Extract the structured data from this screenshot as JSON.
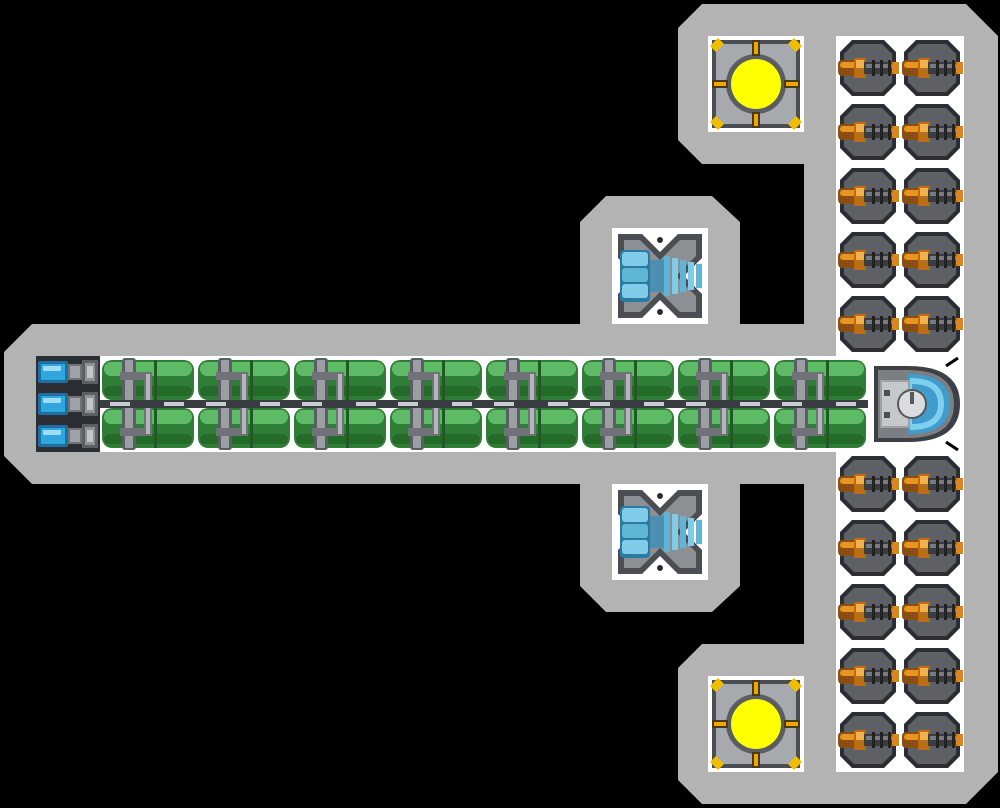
{
  "scene": {
    "type": "ship-builder-layout",
    "colors": {
      "background": "#000000",
      "hull": "#b3b3b3",
      "slot": "#ffffff",
      "tank_green": "#3e9b46",
      "tank_green_light": "#73c97a",
      "pipe_gray": "#6f7378",
      "metal_dark": "#4c4f54",
      "engine_blue": "#2fa6dd",
      "thruster_blue": "#5fb6d4",
      "reactor_yellow": "#ffff00",
      "bracket_orange": "#f0a400",
      "weapon_orange": "#d9861f",
      "shield_blue": "#6fc3e4"
    },
    "modules": {
      "engines": {
        "count": 3,
        "icon": "engine-icon"
      },
      "fuel_tanks": {
        "count": 8,
        "icon": "fuel-tank-icon"
      },
      "cockpit": {
        "count": 1,
        "icon": "cockpit-shield-icon"
      },
      "thrusters": {
        "count": 2,
        "icon": "thruster-icon"
      },
      "reactors": {
        "count": 2,
        "icon": "reactor-icon"
      },
      "turrets": {
        "count": 20,
        "icon": "turret-icon"
      }
    }
  }
}
